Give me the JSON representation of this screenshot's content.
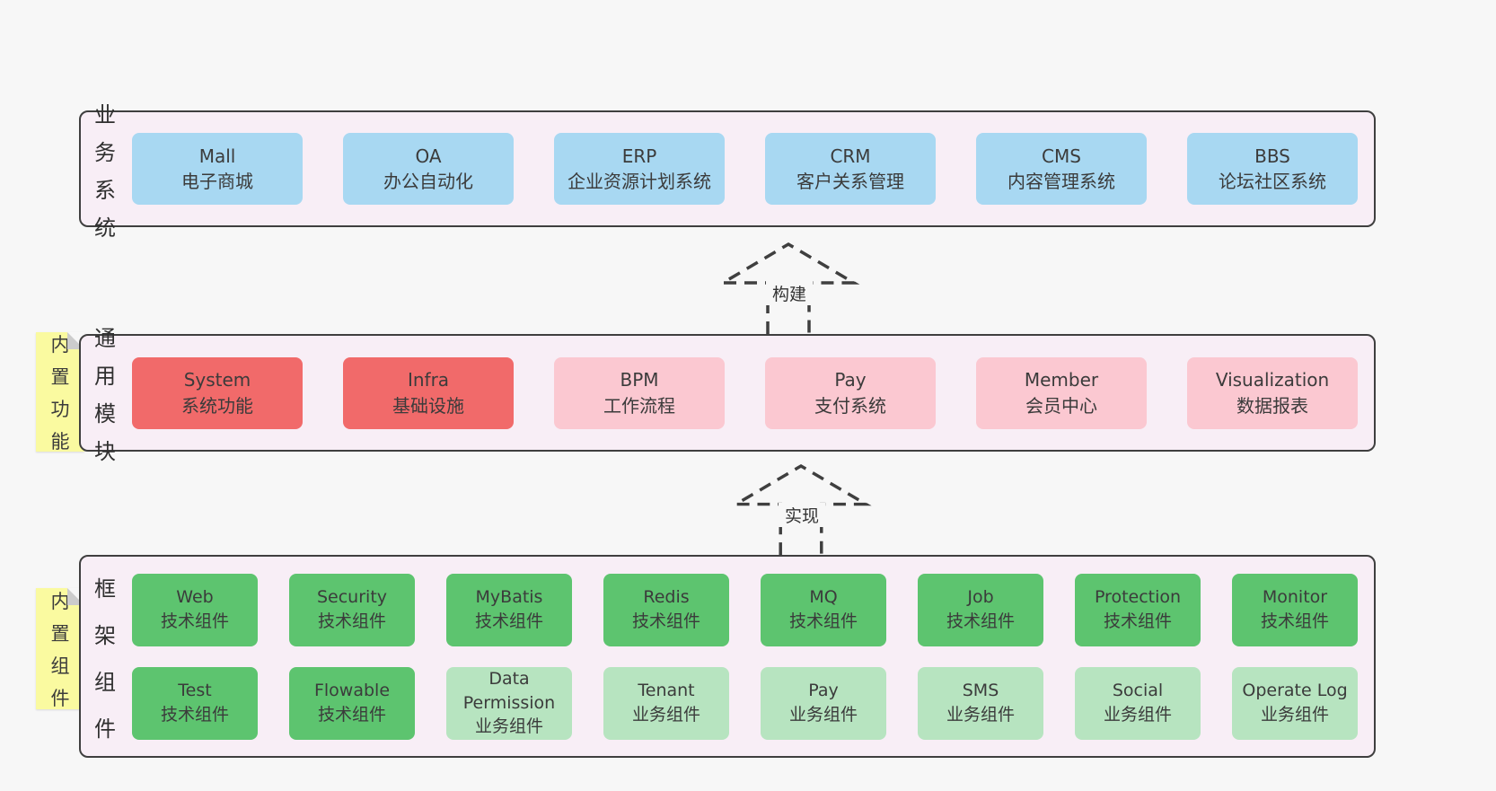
{
  "colors": {
    "page_bg": "#f7f7f7",
    "panel_bg": "#f8eef6",
    "border": "#3f3f3f",
    "text": "#3b3b3b",
    "sticky_bg": "#fafaa0",
    "fold": "#cccccc",
    "blue": "#a8d8f2",
    "red": "#f16a6a",
    "pink": "#fbc8d1",
    "green": "#5dc46f",
    "lightgreen": "#b7e4c0"
  },
  "sections": [
    {
      "id": "business",
      "label": "业务系统",
      "sticky": null,
      "rows": [
        [
          {
            "en": "Mall",
            "zh": "电子商城",
            "color": "blue"
          },
          {
            "en": "OA",
            "zh": "办公自动化",
            "color": "blue"
          },
          {
            "en": "ERP",
            "zh": "企业资源计划系统",
            "color": "blue"
          },
          {
            "en": "CRM",
            "zh": "客户关系管理",
            "color": "blue"
          },
          {
            "en": "CMS",
            "zh": "内容管理系统",
            "color": "blue"
          },
          {
            "en": "BBS",
            "zh": "论坛社区系统",
            "color": "blue"
          }
        ]
      ]
    },
    {
      "id": "modules",
      "label": "通用模块",
      "sticky": "内置功能",
      "rows": [
        [
          {
            "en": "System",
            "zh": "系统功能",
            "color": "red"
          },
          {
            "en": "Infra",
            "zh": "基础设施",
            "color": "red"
          },
          {
            "en": "BPM",
            "zh": "工作流程",
            "color": "pink"
          },
          {
            "en": "Pay",
            "zh": "支付系统",
            "color": "pink"
          },
          {
            "en": "Member",
            "zh": "会员中心",
            "color": "pink"
          },
          {
            "en": "Visualization",
            "zh": "数据报表",
            "color": "pink"
          }
        ]
      ]
    },
    {
      "id": "components",
      "label": "框架组件",
      "sticky": "内置组件",
      "rows": [
        [
          {
            "en": "Web",
            "zh": "技术组件",
            "color": "green"
          },
          {
            "en": "Security",
            "zh": "技术组件",
            "color": "green"
          },
          {
            "en": "MyBatis",
            "zh": "技术组件",
            "color": "green"
          },
          {
            "en": "Redis",
            "zh": "技术组件",
            "color": "green"
          },
          {
            "en": "MQ",
            "zh": "技术组件",
            "color": "green"
          },
          {
            "en": "Job",
            "zh": "技术组件",
            "color": "green"
          },
          {
            "en": "Protection",
            "zh": "技术组件",
            "color": "green"
          },
          {
            "en": "Monitor",
            "zh": "技术组件",
            "color": "green"
          }
        ],
        [
          {
            "en": "Test",
            "zh": "技术组件",
            "color": "green"
          },
          {
            "en": "Flowable",
            "zh": "技术组件",
            "color": "green"
          },
          {
            "en": "Data Permission",
            "zh": "业务组件",
            "color": "lightgreen"
          },
          {
            "en": "Tenant",
            "zh": "业务组件",
            "color": "lightgreen"
          },
          {
            "en": "Pay",
            "zh": "业务组件",
            "color": "lightgreen"
          },
          {
            "en": "SMS",
            "zh": "业务组件",
            "color": "lightgreen"
          },
          {
            "en": "Social",
            "zh": "业务组件",
            "color": "lightgreen"
          },
          {
            "en": "Operate Log",
            "zh": "业务组件",
            "color": "lightgreen"
          }
        ]
      ]
    }
  ],
  "arrows": [
    {
      "label": "构建"
    },
    {
      "label": "实现"
    }
  ]
}
